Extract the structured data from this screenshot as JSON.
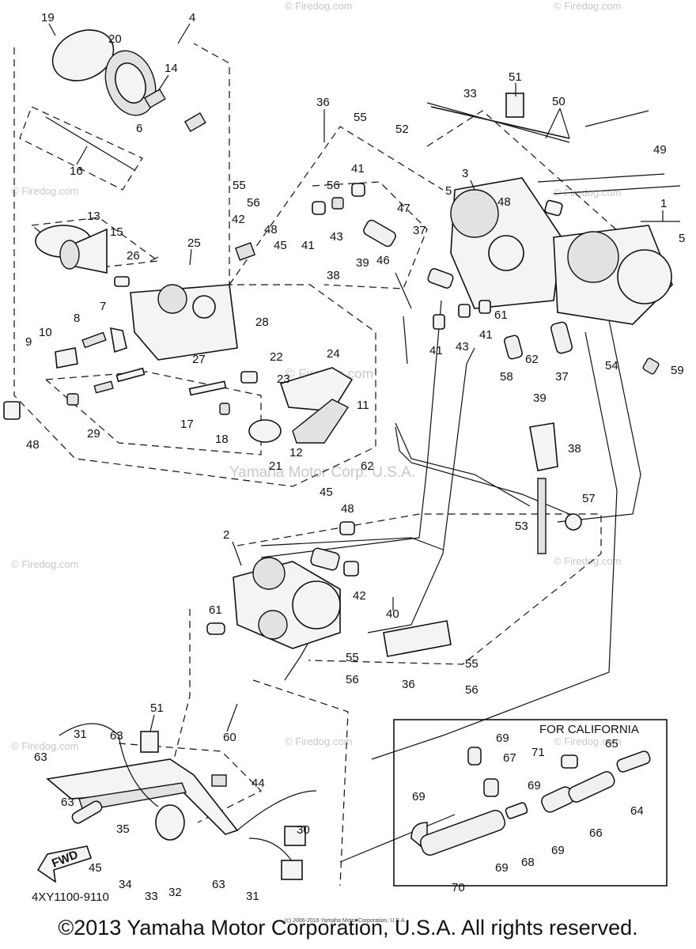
{
  "diagram": {
    "callouts": [
      {
        "id": "c19",
        "text": "19"
      },
      {
        "id": "c20",
        "text": "20"
      },
      {
        "id": "c4",
        "text": "4"
      },
      {
        "id": "c14",
        "text": "14"
      },
      {
        "id": "c6",
        "text": "6"
      },
      {
        "id": "c16",
        "text": "16"
      },
      {
        "id": "c13",
        "text": "13"
      },
      {
        "id": "c15",
        "text": "15"
      },
      {
        "id": "c26",
        "text": "26"
      },
      {
        "id": "c25",
        "text": "25"
      },
      {
        "id": "c7",
        "text": "7"
      },
      {
        "id": "c8",
        "text": "8"
      },
      {
        "id": "c9",
        "text": "9"
      },
      {
        "id": "c10",
        "text": "10"
      },
      {
        "id": "c48a",
        "text": "48"
      },
      {
        "id": "c29",
        "text": "29"
      },
      {
        "id": "c17",
        "text": "17"
      },
      {
        "id": "c27",
        "text": "27"
      },
      {
        "id": "c18",
        "text": "18"
      },
      {
        "id": "c21",
        "text": "21"
      },
      {
        "id": "c22",
        "text": "22"
      },
      {
        "id": "c23",
        "text": "23"
      },
      {
        "id": "c28",
        "text": "28"
      },
      {
        "id": "c24",
        "text": "24"
      },
      {
        "id": "c11",
        "text": "11"
      },
      {
        "id": "c12",
        "text": "12"
      },
      {
        "id": "c62a",
        "text": "62"
      },
      {
        "id": "c36a",
        "text": "36"
      },
      {
        "id": "c55a",
        "text": "55"
      },
      {
        "id": "c55b",
        "text": "55"
      },
      {
        "id": "c56a",
        "text": "56"
      },
      {
        "id": "c42a",
        "text": "42"
      },
      {
        "id": "c48b",
        "text": "48"
      },
      {
        "id": "c45a",
        "text": "45"
      },
      {
        "id": "c41a",
        "text": "41"
      },
      {
        "id": "c56b",
        "text": "56"
      },
      {
        "id": "c41b",
        "text": "41"
      },
      {
        "id": "c43a",
        "text": "43"
      },
      {
        "id": "c46",
        "text": "46"
      },
      {
        "id": "c47",
        "text": "47"
      },
      {
        "id": "c37a",
        "text": "37"
      },
      {
        "id": "c39a",
        "text": "39"
      },
      {
        "id": "c38a",
        "text": "38"
      },
      {
        "id": "c51a",
        "text": "51"
      },
      {
        "id": "c33a",
        "text": "33"
      },
      {
        "id": "c52",
        "text": "52"
      },
      {
        "id": "c50",
        "text": "50"
      },
      {
        "id": "c49",
        "text": "49"
      },
      {
        "id": "c3",
        "text": "3"
      },
      {
        "id": "c5a",
        "text": "5"
      },
      {
        "id": "c48c",
        "text": "48"
      },
      {
        "id": "c1",
        "text": "1"
      },
      {
        "id": "c5b",
        "text": "5"
      },
      {
        "id": "c61a",
        "text": "61"
      },
      {
        "id": "c41c",
        "text": "41"
      },
      {
        "id": "c43b",
        "text": "43"
      },
      {
        "id": "c41d",
        "text": "41"
      },
      {
        "id": "c58",
        "text": "58"
      },
      {
        "id": "c62b",
        "text": "62"
      },
      {
        "id": "c37b",
        "text": "37"
      },
      {
        "id": "c54",
        "text": "54"
      },
      {
        "id": "c59",
        "text": "59"
      },
      {
        "id": "c39b",
        "text": "39"
      },
      {
        "id": "c38b",
        "text": "38"
      },
      {
        "id": "c57",
        "text": "57"
      },
      {
        "id": "c53",
        "text": "53"
      },
      {
        "id": "c45b",
        "text": "45"
      },
      {
        "id": "c48d",
        "text": "48"
      },
      {
        "id": "c2",
        "text": "2"
      },
      {
        "id": "c61b",
        "text": "61"
      },
      {
        "id": "c42b",
        "text": "42"
      },
      {
        "id": "c40",
        "text": "40"
      },
      {
        "id": "c55c",
        "text": "55"
      },
      {
        "id": "c56c",
        "text": "56"
      },
      {
        "id": "c36b",
        "text": "36"
      },
      {
        "id": "c55d",
        "text": "55"
      },
      {
        "id": "c56d",
        "text": "56"
      },
      {
        "id": "c60",
        "text": "60"
      },
      {
        "id": "c51b",
        "text": "51"
      },
      {
        "id": "c31a",
        "text": "31"
      },
      {
        "id": "c63a",
        "text": "63"
      },
      {
        "id": "c63b",
        "text": "63"
      },
      {
        "id": "c63c",
        "text": "63"
      },
      {
        "id": "c44",
        "text": "44"
      },
      {
        "id": "c35",
        "text": "35"
      },
      {
        "id": "c30",
        "text": "30"
      },
      {
        "id": "c45c",
        "text": "45"
      },
      {
        "id": "c34",
        "text": "34"
      },
      {
        "id": "c33b",
        "text": "33"
      },
      {
        "id": "c32",
        "text": "32"
      },
      {
        "id": "c63d",
        "text": "63"
      },
      {
        "id": "c31b",
        "text": "31"
      },
      {
        "id": "c69a",
        "text": "69"
      },
      {
        "id": "c67",
        "text": "67"
      },
      {
        "id": "c71",
        "text": "71"
      },
      {
        "id": "c65",
        "text": "65"
      },
      {
        "id": "c69b",
        "text": "69"
      },
      {
        "id": "c64",
        "text": "64"
      },
      {
        "id": "c66",
        "text": "66"
      },
      {
        "id": "c69c",
        "text": "69"
      },
      {
        "id": "c68",
        "text": "68"
      },
      {
        "id": "c69d",
        "text": "69"
      },
      {
        "id": "c69e",
        "text": "69"
      },
      {
        "id": "c70",
        "text": "70"
      }
    ],
    "california_box_title": "FOR CALIFORNIA",
    "fwd_label": "FWD",
    "watermark_center": "© Firedog.com",
    "watermark_corner": "© Firedog.com",
    "watermark_yamaha": "Yamaha Motor Corp. U.S.A."
  },
  "footer": {
    "part_code": "4XY1100-9110",
    "tiny_note": "(c) 2006-2016 Yamaha Motor Corporation, U.S.A.",
    "copyright": "©2013 Yamaha Motor Corporation, U.S.A. All rights reserved."
  }
}
